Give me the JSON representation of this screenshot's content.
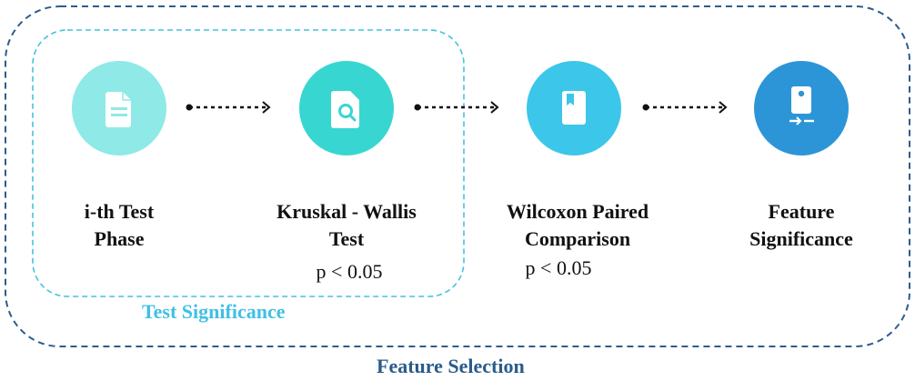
{
  "colors": {
    "outer_border": "#2d5c8c",
    "inner_border": "#45c1e0",
    "test_significance_title": "#3fc0e5",
    "feature_selection_title": "#2a5b8a",
    "circle_1": "#8ee9e7",
    "circle_2": "#38d6d1",
    "circle_3": "#3cc6ea",
    "circle_4": "#2c95d8",
    "arrow": "#111111",
    "text": "#111111"
  },
  "steps": [
    {
      "icon": "document-icon",
      "line1": "i-th Test",
      "line2": "Phase",
      "pvalue": ""
    },
    {
      "icon": "document-search-icon",
      "line1": "Kruskal - Wallis",
      "line2": "Test",
      "pvalue": "p < 0.05"
    },
    {
      "icon": "notebook-icon",
      "line1": "Wilcoxon Paired",
      "line2": "Comparison",
      "pvalue": "p < 0.05"
    },
    {
      "icon": "device-transfer-icon",
      "line1": "Feature",
      "line2": "Significance",
      "pvalue": ""
    }
  ],
  "groups": {
    "test_significance": "Test Significance",
    "feature_selection": "Feature Selection"
  }
}
